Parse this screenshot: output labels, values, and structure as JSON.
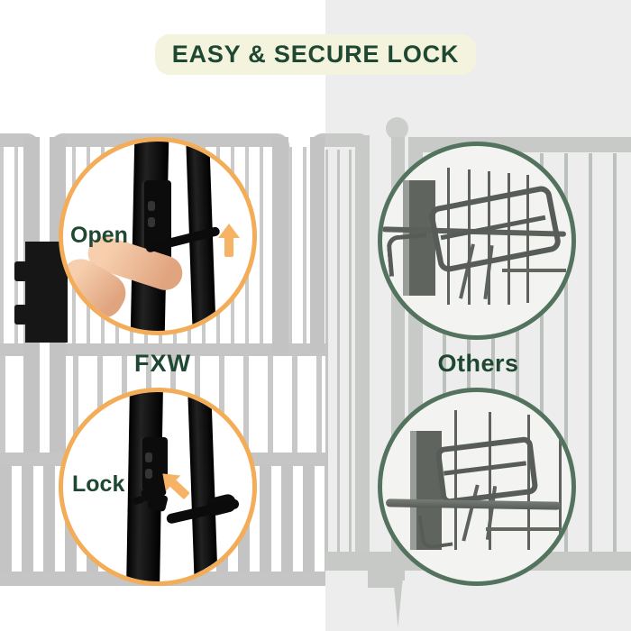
{
  "header": {
    "title": "EASY & SECURE LOCK",
    "background_color": "#F4F4DE",
    "text_color": "#1E4832"
  },
  "left_panel": {
    "brand_label": "FXW",
    "background_color": "#FFFFFF",
    "accent_color": "#F3AC58",
    "arrow_color": "#F6B365",
    "callouts": [
      {
        "label": "Open",
        "icon": "arrow-up-icon",
        "content": "finger flipping black gate latch upward"
      },
      {
        "label": "Lock",
        "icon": "arrow-up-left-icon",
        "content": "black gate latch dropped into locked position"
      }
    ]
  },
  "right_panel": {
    "label": "Others",
    "background_color": "#ECEDEC",
    "accent_color": "#54735F",
    "callouts": [
      {
        "icon": "wire-latch-photo",
        "content": "loose wire loop latch on wire pen"
      },
      {
        "icon": "wire-latch-photo",
        "content": "wire loop latch with sliding rod"
      }
    ]
  }
}
